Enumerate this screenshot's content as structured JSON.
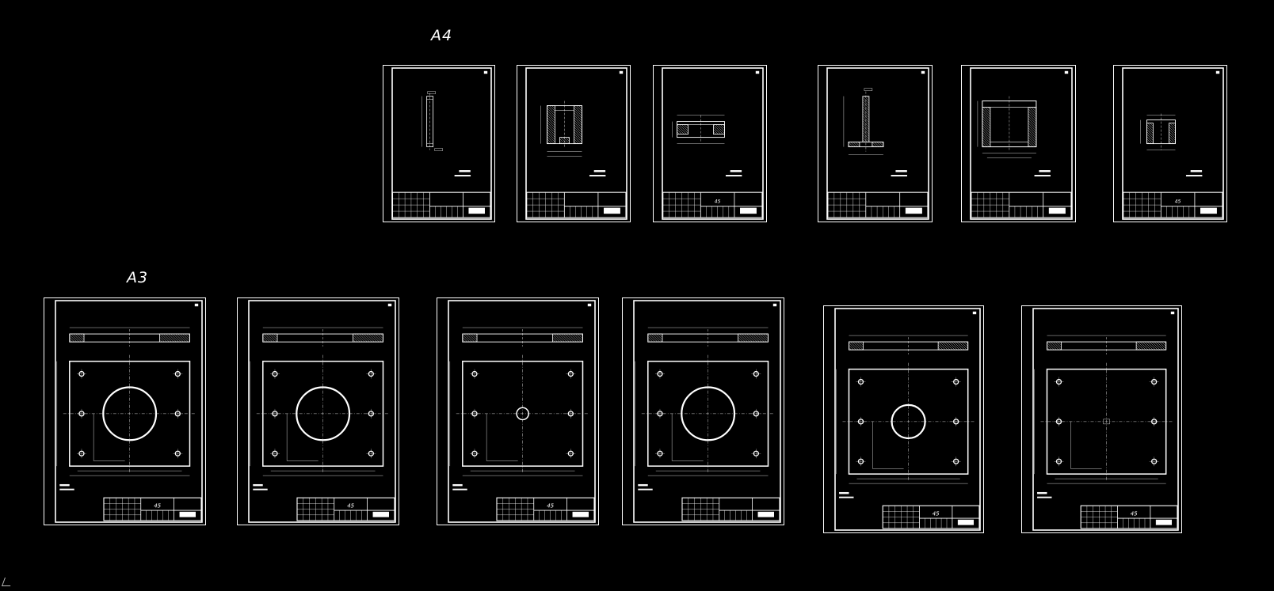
{
  "canvas": {
    "background": "#000000",
    "line_color": "#ffffff",
    "labels": {
      "a4": "A4",
      "a3": "A3"
    }
  },
  "sheets": [
    {
      "id": "a4-1",
      "format": "A4",
      "title": "",
      "part": "pin"
    },
    {
      "id": "a4-2",
      "format": "A4",
      "title": "",
      "part": "bushing"
    },
    {
      "id": "a4-3",
      "format": "A4",
      "title": "45",
      "part": "ring"
    },
    {
      "id": "a4-4",
      "format": "A4",
      "title": "",
      "part": "shaft"
    },
    {
      "id": "a4-5",
      "format": "A4",
      "title": "",
      "part": "sleeve"
    },
    {
      "id": "a4-6",
      "format": "A4",
      "title": "45",
      "part": "collar"
    },
    {
      "id": "a3-1",
      "format": "A3",
      "title": "45",
      "part": "plate-big-hole"
    },
    {
      "id": "a3-2",
      "format": "A3",
      "title": "45",
      "part": "plate-big-hole"
    },
    {
      "id": "a3-3",
      "format": "A3",
      "title": "45",
      "part": "plate-small-hole"
    },
    {
      "id": "a3-4",
      "format": "A3",
      "title": "",
      "part": "plate-big-hole"
    },
    {
      "id": "a3-5",
      "format": "A3",
      "title": "45",
      "part": "plate-medium-hole"
    },
    {
      "id": "a3-6",
      "format": "A3",
      "title": "45",
      "part": "plate-no-hole"
    }
  ]
}
